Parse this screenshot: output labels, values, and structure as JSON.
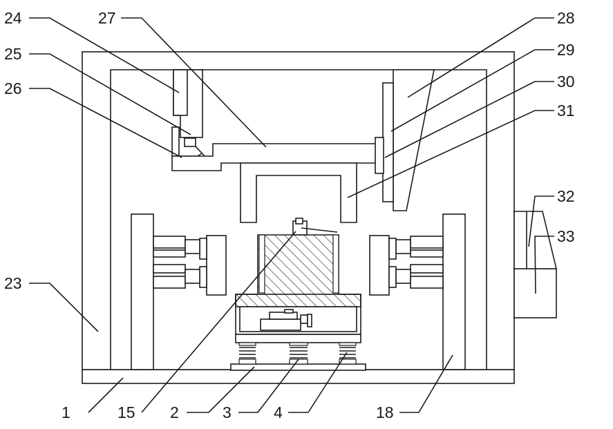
{
  "labels": {
    "l1": "1",
    "l2": "2",
    "l3": "3",
    "l4": "4",
    "l15": "15",
    "l18": "18",
    "l23": "23",
    "l24": "24",
    "l25": "25",
    "l26": "26",
    "l27": "27",
    "l28": "28",
    "l29": "29",
    "l30": "30",
    "l31": "31",
    "l32": "32",
    "l33": "33"
  }
}
